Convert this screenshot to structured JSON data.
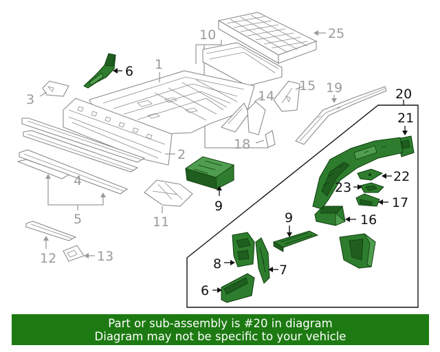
{
  "callouts": {
    "c1": "1",
    "c2": "2",
    "c3": "3",
    "c4": "4",
    "c5": "5",
    "c6a": "6",
    "c6b": "6",
    "c7": "7",
    "c8": "8",
    "c9a": "9",
    "c9b": "9",
    "c10": "10",
    "c11": "11",
    "c12": "12",
    "c13": "13",
    "c14": "14",
    "c15": "15",
    "c16": "16",
    "c17": "17",
    "c18": "18",
    "c19": "19",
    "c20": "20",
    "c21": "21",
    "c22": "22",
    "c23": "23",
    "c25": "25"
  },
  "banner": {
    "line1": "Part or sub-assembly is #20 in diagram",
    "line2": "Diagram may not be specific to your vehicle"
  },
  "colors": {
    "highlight_part": "#2e7d2e",
    "banner_background": "#1d7a12",
    "banner_text": "#ffffff",
    "other_parts": "#9a9a9a"
  }
}
